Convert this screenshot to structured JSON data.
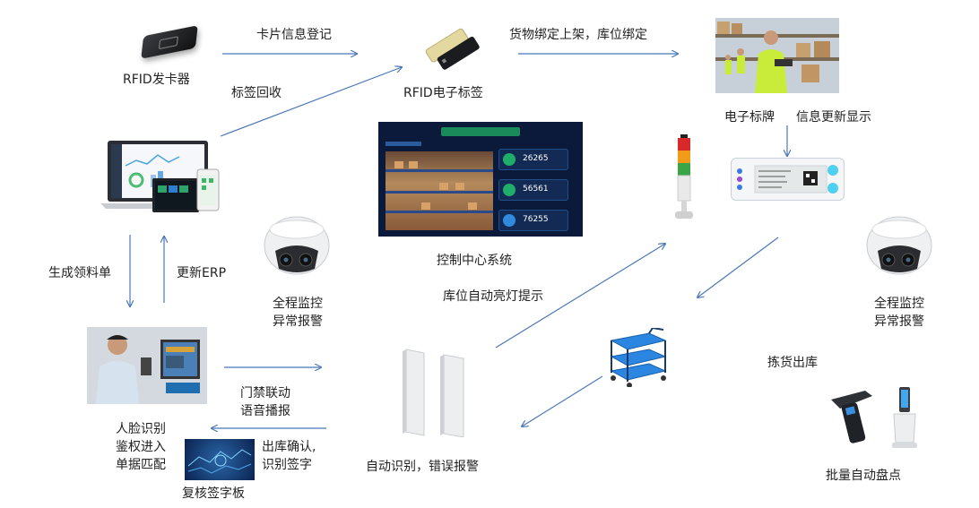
{
  "nodes": {
    "rfid_issuer": "RFID发卡器",
    "rfid_tag": "RFID电子标签",
    "control_center": "控制中心系统",
    "e_label": "电子标牌",
    "camera_left": [
      "全程监控",
      "异常报警"
    ],
    "camera_right": [
      "全程监控",
      "异常报警"
    ],
    "face_auth": [
      "人脸识别",
      "鉴权进入",
      "单据匹配"
    ],
    "sign_board": "复核签字板",
    "gate": "自动识别，错误报警",
    "inventory": "批量自动盘点"
  },
  "edges": {
    "card_register": "卡片信息登记",
    "tag_recycle": "标签回收",
    "bind_shelf": "货物绑定上架，库位绑定",
    "info_update": "信息更新显示",
    "gen_material": "生成领料单",
    "update_erp": "更新ERP",
    "shelf_light": "库位自动亮灯提示",
    "pick_out": "拣货出库",
    "door_voice": [
      "门禁联动",
      "语音播报"
    ],
    "out_confirm": [
      "出库确认,",
      "识别签字"
    ]
  },
  "screen": {
    "kpis": [
      "26265",
      "56561",
      "76255"
    ]
  },
  "colors": {
    "arrow": "#4a78b8",
    "dashboard_bg": "#0b1a3a",
    "dashboard_accent": "#1fae6a"
  }
}
